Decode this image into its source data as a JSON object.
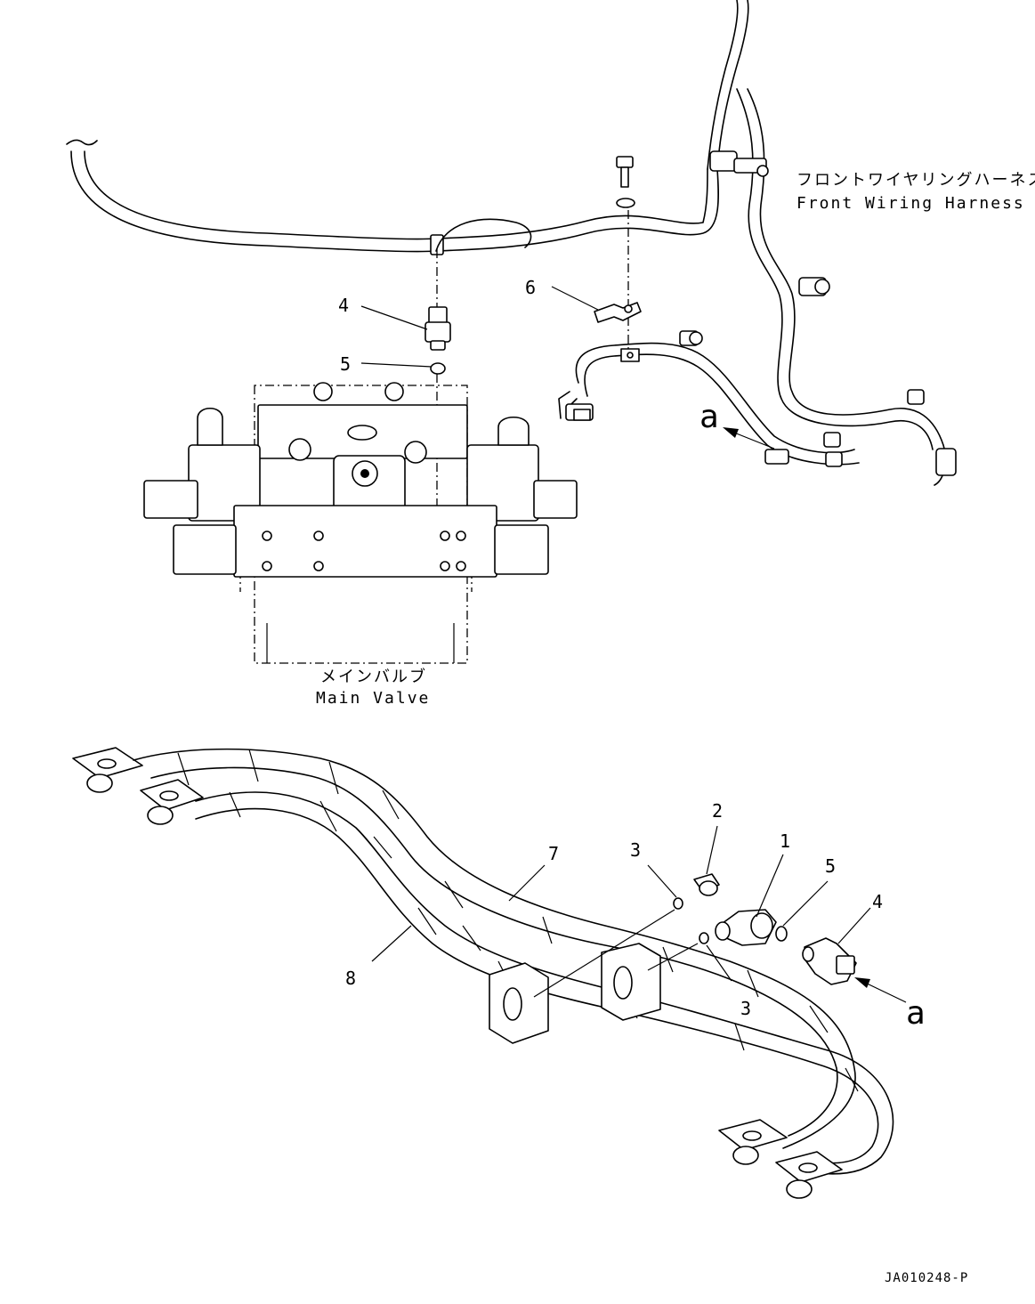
{
  "callouts": {
    "top_4": "4",
    "top_5": "5",
    "top_6": "6",
    "bottom_1": "1",
    "bottom_2": "2",
    "bottom_3a": "3",
    "bottom_3b": "3",
    "bottom_4": "4",
    "bottom_5": "5",
    "bottom_7": "7",
    "bottom_8": "8"
  },
  "view_marks": {
    "top_a": "a",
    "bottom_a": "a"
  },
  "front_harness": {
    "jp": "フロントワイヤリングハーネス",
    "en": "Front Wiring Harness"
  },
  "main_valve": {
    "jp": "メインバルブ",
    "en": "Main Valve"
  },
  "drawing_code": "JA010248-P"
}
